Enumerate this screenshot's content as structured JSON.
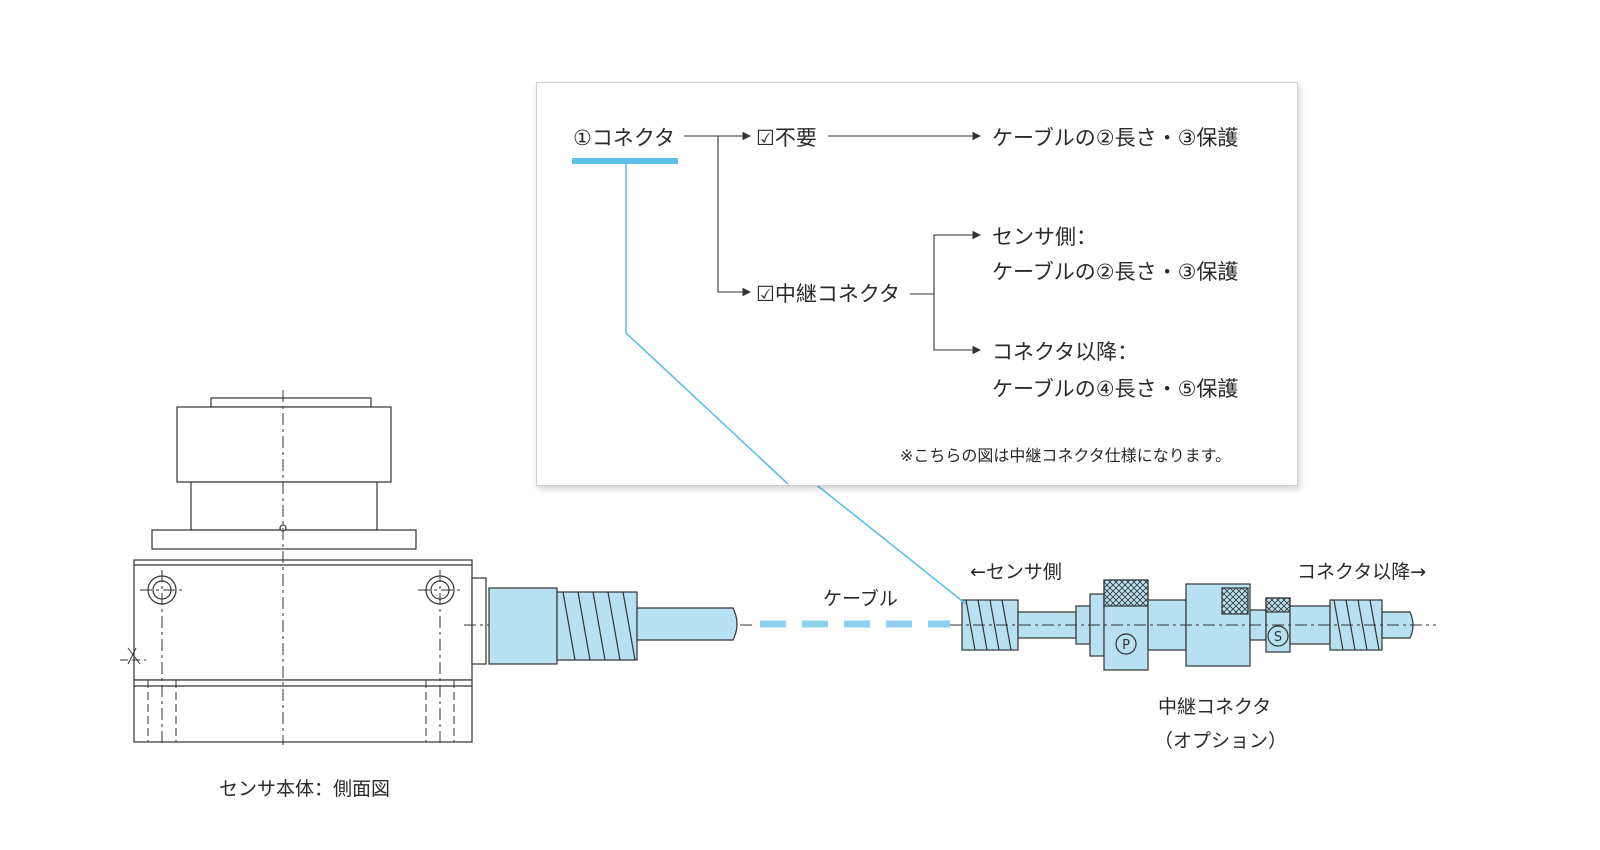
{
  "flow": {
    "connector": "①コネクタ",
    "option_none": "☑不要",
    "option_none_result": "ケーブルの②長さ・③保護",
    "option_relay": "☑中継コネクタ",
    "sensor_side_label": "センサ側：",
    "sensor_side_result": "ケーブルの②長さ・③保護",
    "after_connector_label": "コネクタ以降：",
    "after_connector_result": "ケーブルの④長さ・⑤保護",
    "note": "※こちらの図は中継コネクタ仕様になります。"
  },
  "drawing": {
    "sensor_caption": "センサ本体：側面図",
    "cable_label": "ケーブル",
    "sensor_side_arrow": "←センサ側",
    "after_connector_arrow": "コネクタ以降→",
    "relay_caption_1": "中継コネクタ",
    "relay_caption_2": "（オプション）",
    "plug_p": "P",
    "plug_s": "S"
  },
  "colors": {
    "accent": "#5bc0eb",
    "part_fill": "#b7e1f1",
    "line": "#333333",
    "dash_cable": "#8dd1ec"
  }
}
